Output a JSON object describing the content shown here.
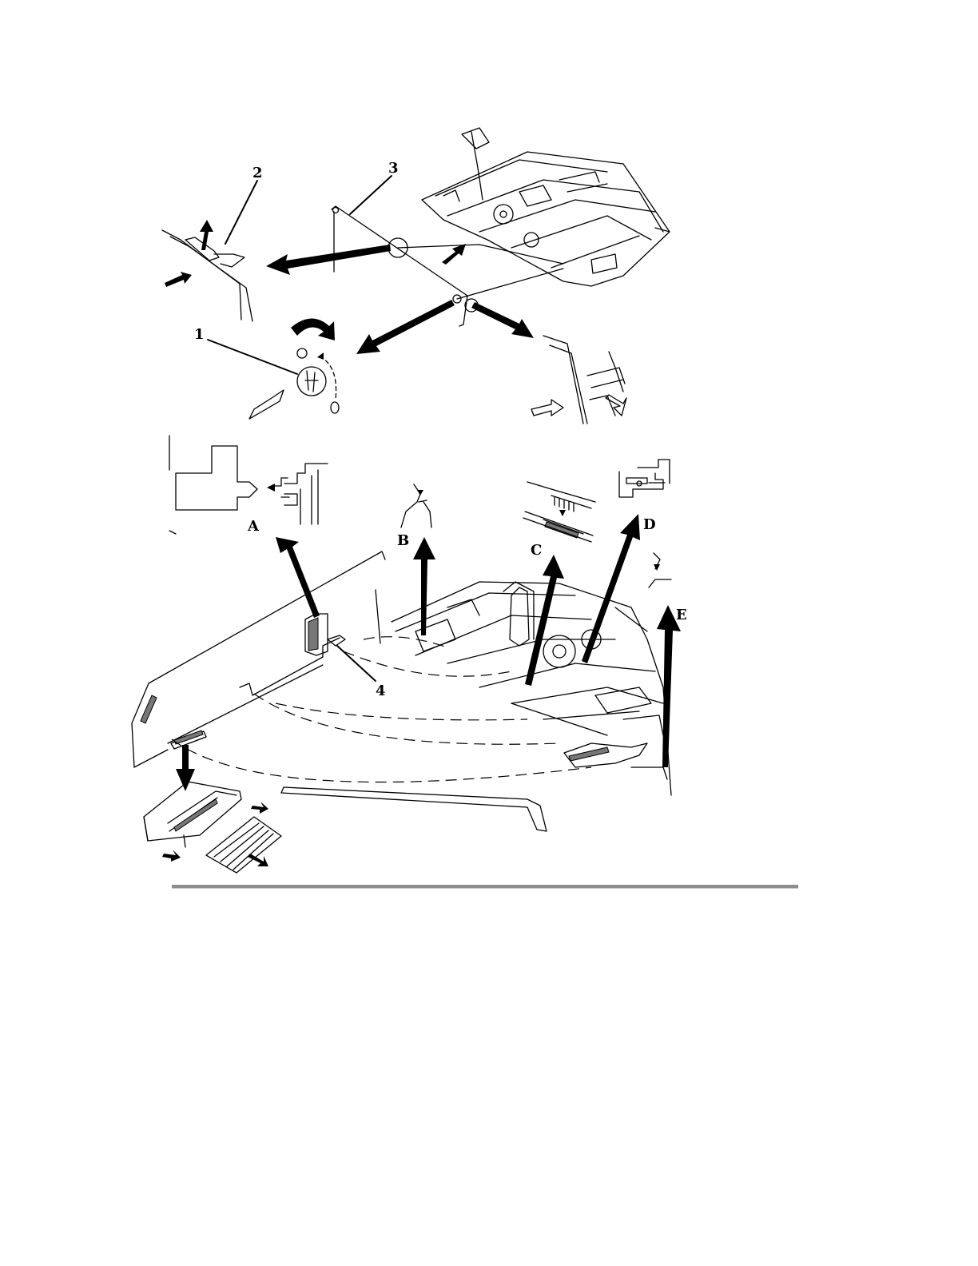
{
  "figure": {
    "callouts": {
      "c1": "1",
      "c2": "2",
      "c3": "3",
      "c4": "4"
    },
    "details": {
      "a": "A",
      "b": "B",
      "c": "C",
      "d": "D",
      "e": "E"
    }
  }
}
